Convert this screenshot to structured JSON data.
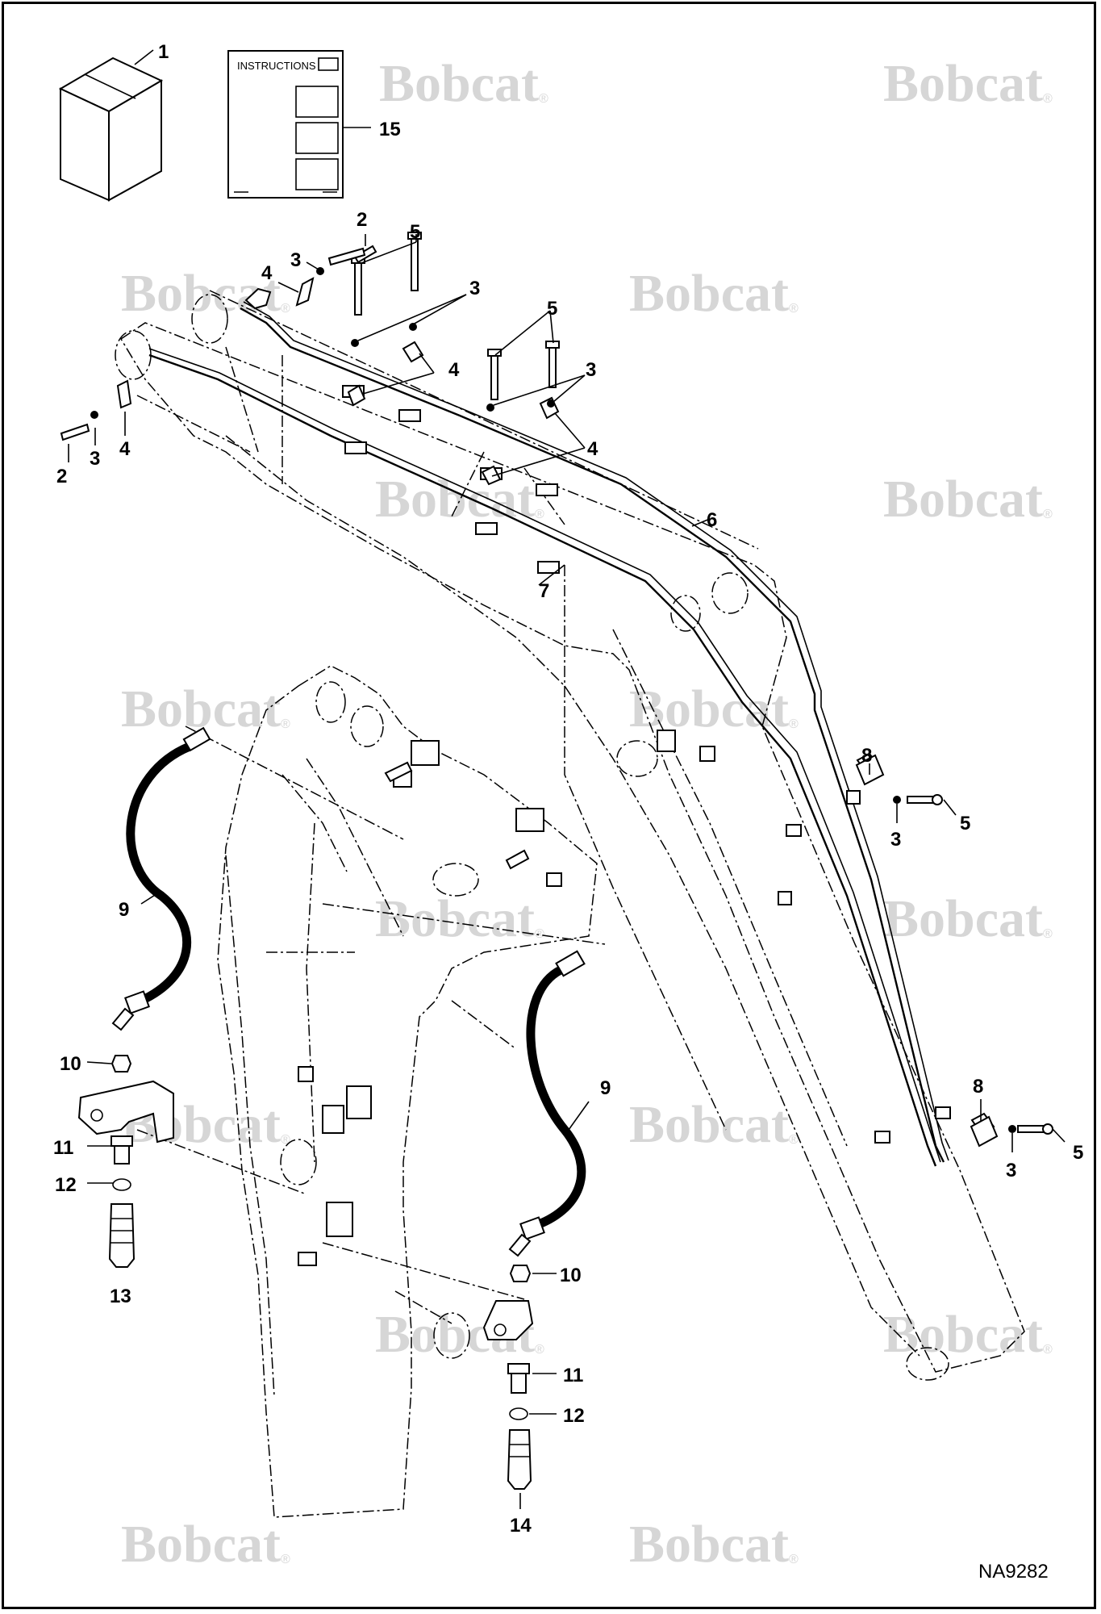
{
  "drawing": {
    "code": "NA9282",
    "instructions_sheet_title": "INSTRUCTIONS"
  },
  "watermark": {
    "brand": "Bobcat",
    "registered_mark": "®"
  },
  "callouts": {
    "c1": "1",
    "c2a": "2",
    "c2b": "2",
    "c3a": "3",
    "c3b": "3",
    "c3c": "3",
    "c3d": "3",
    "c3e": "3",
    "c3f": "3",
    "c4a": "4",
    "c4b": "4",
    "c4c": "4",
    "c4d": "4",
    "c5a": "5",
    "c5b": "5",
    "c5c": "5",
    "c5d": "5",
    "c6": "6",
    "c7": "7",
    "c8a": "8",
    "c8b": "8",
    "c9a": "9",
    "c9b": "9",
    "c10a": "10",
    "c10b": "10",
    "c11a": "11",
    "c11b": "11",
    "c12a": "12",
    "c12b": "12",
    "c13": "13",
    "c14": "14",
    "c15": "15"
  },
  "colors": {
    "line": "#000000",
    "watermark": "#d6d6d6",
    "background": "#ffffff"
  }
}
